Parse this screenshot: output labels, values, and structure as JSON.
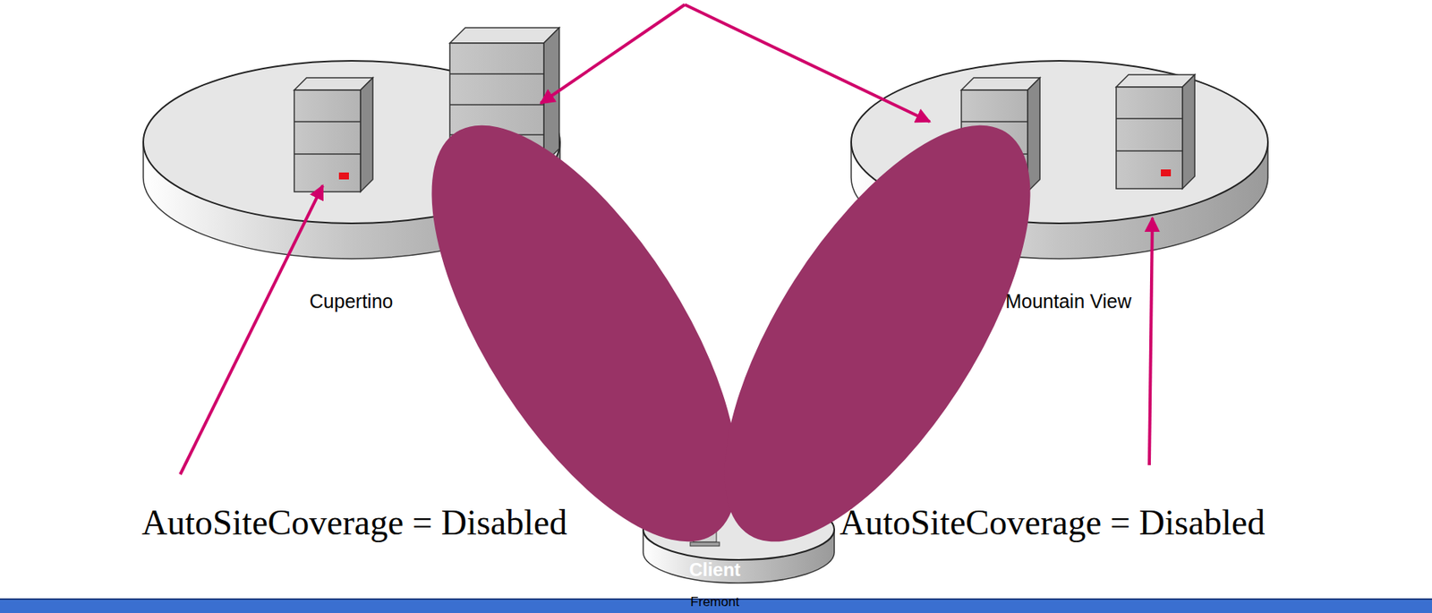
{
  "diagram": {
    "nodes": [
      {
        "text": [
          "Cupertino"
        ]
      },
      {
        "text": [
          "Mountain View"
        ]
      },
      {
        "text": [
          "Client",
          "Fremont"
        ]
      }
    ],
    "labels": [
      "AutoSiteCoverage = Disabled",
      "AutoSiteCoverage = Disabled"
    ]
  }
}
